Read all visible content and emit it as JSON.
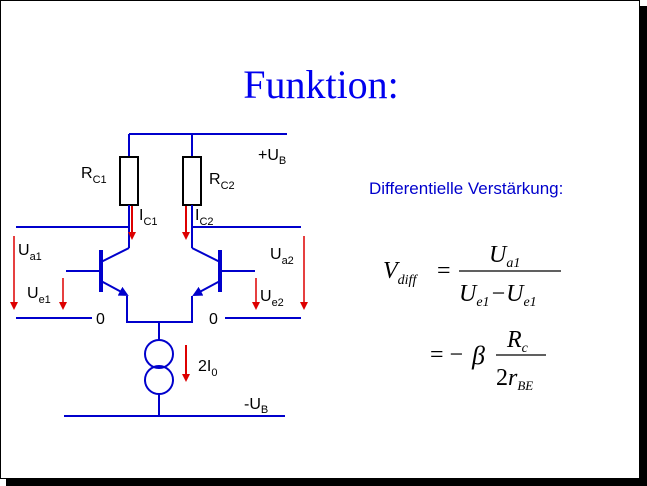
{
  "slide": {
    "title": "Funktion:",
    "subtitle": "Differentielle Verstärkung:",
    "colors": {
      "wire": "#0000cc",
      "arrow": "#dd0000",
      "title": "#0000ee"
    }
  },
  "circuit": {
    "supply_pos": "+U",
    "supply_pos_sub": "B",
    "supply_neg": "-U",
    "supply_neg_sub": "B",
    "rc1": "R",
    "rc1_sub": "C1",
    "rc2": "R",
    "rc2_sub": "C2",
    "ic1": "I",
    "ic1_sub": "C1",
    "ic2": "I",
    "ic2_sub": "C2",
    "ua1": "U",
    "ua1_sub": "a1",
    "ua2": "U",
    "ua2_sub": "a2",
    "ue1": "U",
    "ue1_sub": "e1",
    "ue2": "U",
    "ue2_sub": "e2",
    "ground_left": "0",
    "ground_right": "0",
    "tail_current": "2I",
    "tail_current_sub": "0"
  },
  "formula": {
    "lhs": "V",
    "lhs_sub": "diff",
    "eq": "=",
    "num1": "U",
    "num1_sub": "a1",
    "den1a": "U",
    "den1a_sub": "e1",
    "minus": "−",
    "den1b": "U",
    "den1b_sub": "e1",
    "eq2": "= −",
    "beta": "β",
    "num2": "R",
    "num2_sub": "c",
    "den2_coef": "2",
    "den2": "r",
    "den2_sub": "BE"
  }
}
